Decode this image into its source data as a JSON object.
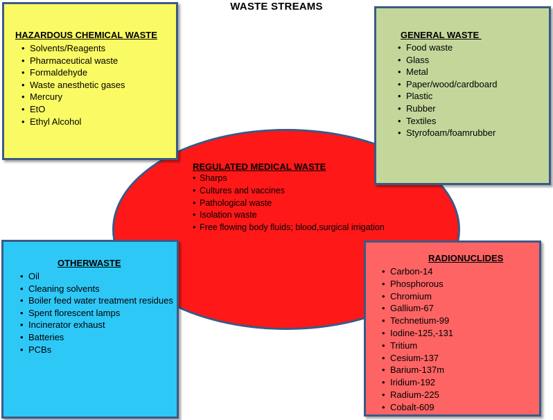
{
  "title": "WASTE STREAMS",
  "colors": {
    "hazardous_fill": "#fafa64",
    "general_fill": "#c4d79b",
    "other_fill": "#2ec8f7",
    "radionuclides_fill": "#ff6464",
    "regulated_fill": "#ff1818",
    "border": "#3a5a86"
  },
  "regulated": {
    "heading": "REGULATED MEDICAL WASTE",
    "items": [
      "Sharps",
      "Cultures and vaccines",
      "Pathological waste",
      "Isolation waste",
      "Free flowing body fluids; blood,surgical irrigation"
    ]
  },
  "hazardous": {
    "heading": "HAZARDOUS CHEMICAL WASTE",
    "items": [
      "Solvents/Reagents",
      "Pharmaceutical waste",
      "Formaldehyde",
      "Waste anesthetic gases",
      "Mercury",
      "EtO",
      "Ethyl Alcohol"
    ]
  },
  "general": {
    "heading": "GENERAL WASTE ",
    "items": [
      "Food waste",
      "Glass",
      "Metal",
      "Paper/wood/cardboard",
      "Plastic",
      "Rubber",
      "Textiles",
      "Styrofoam/foamrubber"
    ]
  },
  "other": {
    "heading": "OTHERWASTE",
    "items": [
      "Oil",
      "Cleaning solvents",
      "Boiler feed water treatment residues",
      "Spent florescent lamps",
      "Incinerator exhaust",
      "Batteries",
      "PCBs"
    ]
  },
  "radionuclides": {
    "heading": "RADIONUCLIDES",
    "items": [
      "Carbon-14",
      "Phosphorous",
      "Chromium",
      "Gallium-67",
      "Technetium-99",
      "Iodine-125,-131",
      "Tritium",
      "Cesium-137",
      "Barium-137m",
      "Iridium-192",
      "Radium-225",
      "Cobalt-609"
    ]
  }
}
